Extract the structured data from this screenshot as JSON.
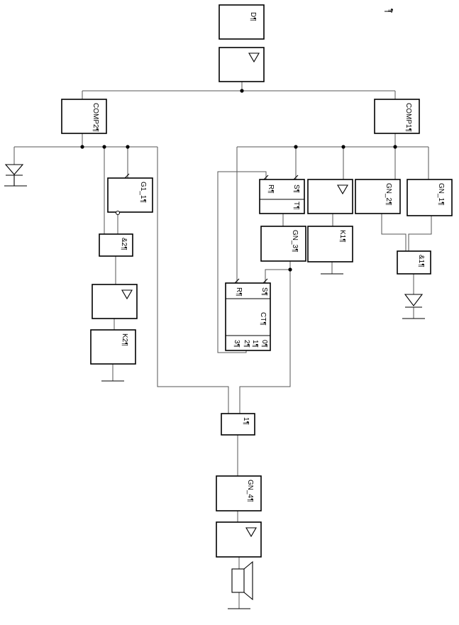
{
  "blocks": {
    "d": "D¶",
    "comp2": "COMP2¶",
    "comp1": "COMP1¶",
    "g1_1": "G1_1¶",
    "and2": "&2¶",
    "k2": "K2¶",
    "r_ff": "R¶",
    "s_ff": "S¶",
    "t_ff": "T¶",
    "gn_3": "GN_3¶",
    "k1": "K1¶",
    "gn_2": "GN_2¶",
    "gn_1": "GN_1¶",
    "and1": "&1¶",
    "ct_r": "R¶",
    "ct_s": "S¶",
    "ct_label": "CT¶",
    "ct_out0": "0¶",
    "ct_out1": "1¶",
    "ct_out2": "2¶",
    "ct_out3": "3¶",
    "or1": "1¶",
    "gn_4": "GN_4¶",
    "corner_mark": "¶"
  }
}
